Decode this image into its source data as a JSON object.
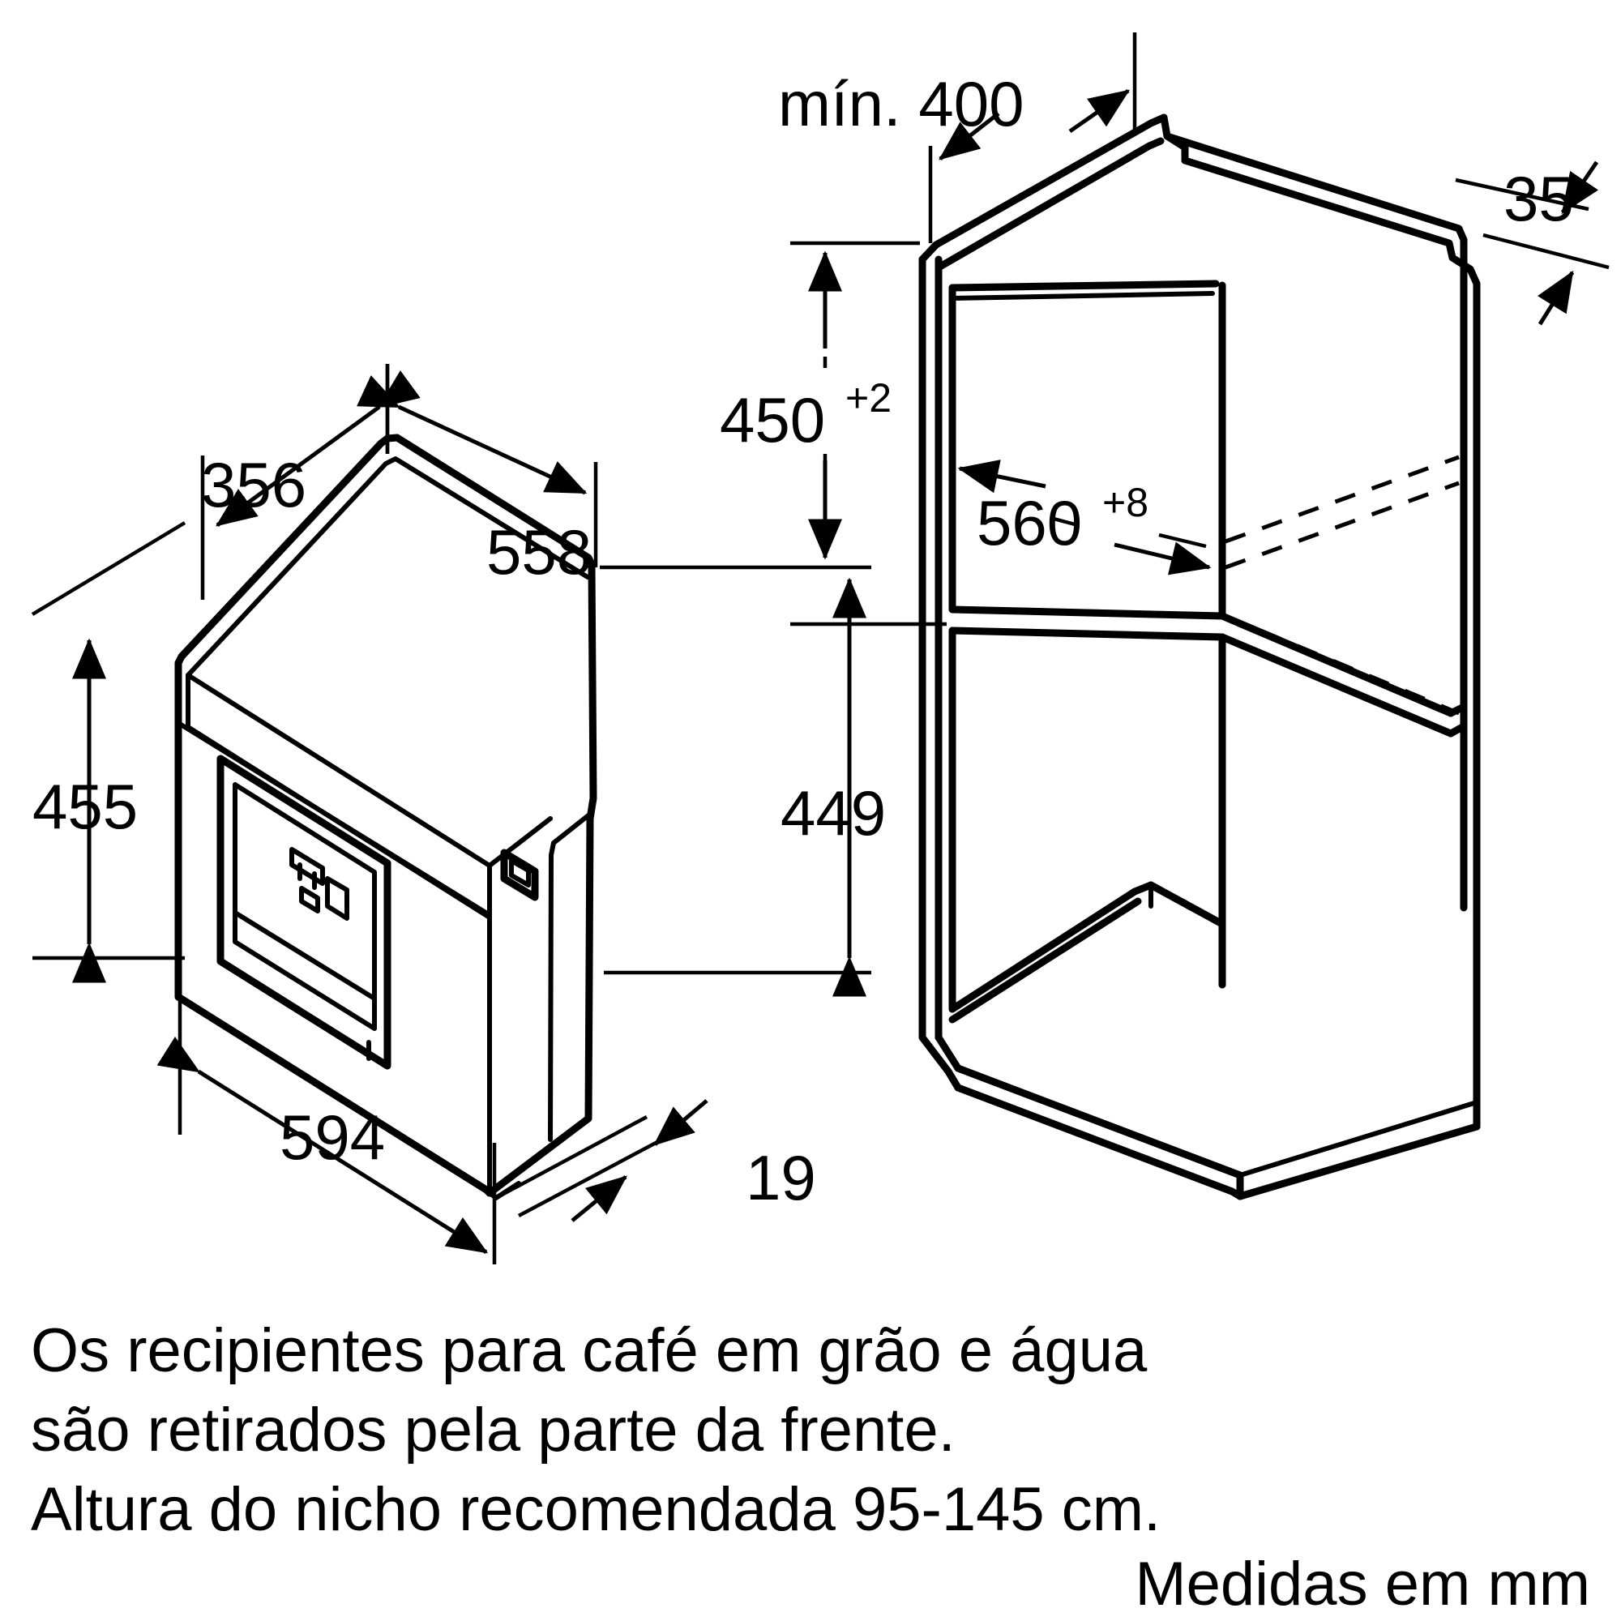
{
  "document": {
    "type": "installation-dimension-drawing",
    "language": "pt",
    "units_note": "Medidas em mm"
  },
  "dimensions": {
    "min_400": "mín. 400",
    "d_35": "35",
    "d_450": "450",
    "d_450_tol": "+2",
    "d_560": "560",
    "d_560_tol": "+8",
    "d_356": "356",
    "d_558": "558",
    "d_455": "455",
    "d_449": "449",
    "d_594": "594",
    "d_19": "19"
  },
  "notes": {
    "line1": "Os recipientes para café em grão e água",
    "line2": "são retirados pela parte da frente.",
    "line3": "Altura do nicho recomendada 95-145 cm.",
    "line4": "Medidas em mm"
  },
  "colors": {
    "ink": "#000000",
    "paper": "#ffffff"
  }
}
